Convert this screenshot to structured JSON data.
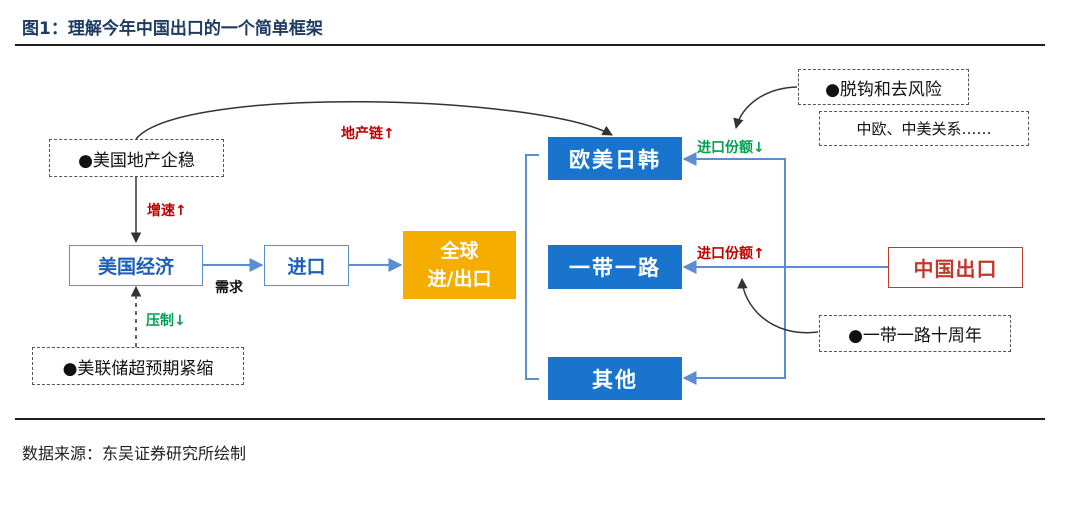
{
  "header": {
    "title": "图1：理解今年中国出口的一个简单框架"
  },
  "footer": {
    "source": "数据来源：东吴证券研究所绘制"
  },
  "nodes": {
    "us_property": "●美国地产企稳",
    "us_economy": "美国经济",
    "imports": "进口",
    "global_trade_line1": "全球",
    "global_trade_line2": "进/出口",
    "us_tightening": "●美联储超预期紧缩",
    "eu_us_jp_kr": "欧美日韩",
    "belt_road": "一带一路",
    "others": "其他",
    "china_exports": "中国出口",
    "decoupling": "●脱钩和去风险",
    "china_eu_us_relations": "中欧、中美关系……",
    "bri_anniversary": "●一带一路十周年"
  },
  "labels": {
    "property_chain": "地产链↑",
    "growth_up": "增速↑",
    "demand": "需求",
    "suppress_down": "压制↓",
    "import_share_down": "进口份额↓",
    "import_share_up": "进口份额↑"
  },
  "colors": {
    "title": "#1f3b63",
    "blue_fill": "#1874cd",
    "gold_fill": "#f5ae00",
    "red": "#c00000",
    "green": "#00a050",
    "line_blue": "#5b8ed0"
  }
}
